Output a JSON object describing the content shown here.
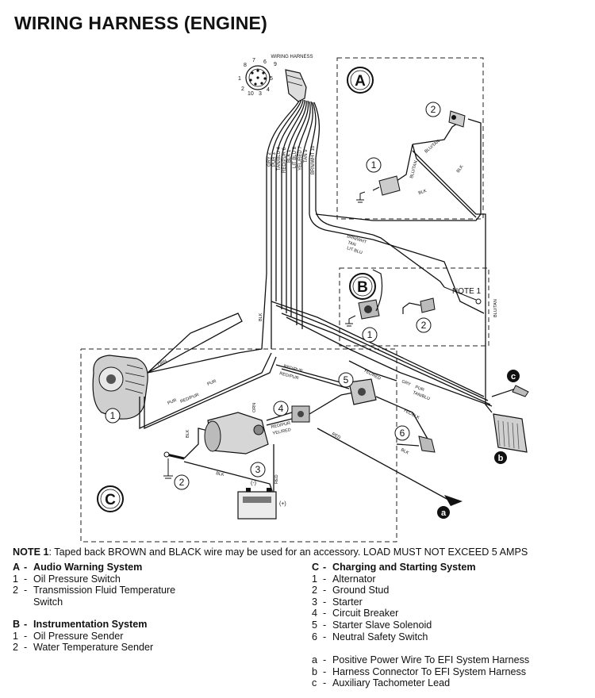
{
  "title": "WIRING HARNESS (ENGINE)",
  "connector_label": "WIRING HARNESS",
  "connector_pins": [
    "1",
    "2",
    "3",
    "4",
    "5",
    "6",
    "7",
    "8",
    "9",
    "10"
  ],
  "wire_labels": {
    "gry2": "GRY 2",
    "pur3": "PUR 3",
    "tanblu4": "TAN/BLU 4",
    "redpur6": "RED/PUR 6",
    "blk1": "BLK 1",
    "ltblu8": "LIT BLU 8",
    "yelred7": "YEL/RED 7",
    "tan9": "TAN 9",
    "brnwht10": "BRN/WHT 10",
    "brnwht": "BRN/WHT",
    "tan": "TAN",
    "ltblu": "LIT BLU",
    "blutan": "BLU/TAN",
    "blk": "BLK",
    "orn": "ORN",
    "pur": "PUR",
    "redpur": "RED/PUR",
    "red": "RED",
    "yelred": "YEL/RED",
    "yelblk": "YEL/BLK",
    "gry": "GRY",
    "tanblu": "TAN/BLU"
  },
  "section_markers": {
    "a": "A",
    "b": "B",
    "c": "C"
  },
  "callouts": [
    "1",
    "2",
    "3",
    "4",
    "5",
    "6"
  ],
  "lead_markers": {
    "a": "a",
    "b": "b",
    "c": "c"
  },
  "note1_label": "NOTE 1",
  "battery_neg": "(-)",
  "battery_pos": "(+)",
  "note": {
    "label": "NOTE 1",
    "text": ": Taped back BROWN and BLACK wire may be used for an accessory. LOAD MUST NOT EXCEED 5 AMPS"
  },
  "legend": {
    "a": {
      "key": "A",
      "title": "Audio Warning System",
      "items": [
        {
          "n": "1",
          "text": "Oil Pressure Switch"
        },
        {
          "n": "2",
          "text": "Transmission Fluid Temperature"
        },
        {
          "n": "",
          "text": "Switch"
        }
      ]
    },
    "b": {
      "key": "B",
      "title": "Instrumentation System",
      "items": [
        {
          "n": "1",
          "text": "Oil Pressure Sender"
        },
        {
          "n": "2",
          "text": "Water Temperature Sender"
        }
      ]
    },
    "c": {
      "key": "C",
      "title": "Charging and Starting System",
      "items": [
        {
          "n": "1",
          "text": "Alternator"
        },
        {
          "n": "2",
          "text": "Ground Stud"
        },
        {
          "n": "3",
          "text": "Starter"
        },
        {
          "n": "4",
          "text": "Circuit Breaker"
        },
        {
          "n": "5",
          "text": "Starter Slave Solenoid"
        },
        {
          "n": "6",
          "text": "Neutral Safety Switch"
        }
      ]
    },
    "leads": [
      {
        "n": "a",
        "text": "Positive Power Wire To EFI System Harness"
      },
      {
        "n": "b",
        "text": "Harness Connector To EFI System Harness"
      },
      {
        "n": "c",
        "text": "Auxiliary Tachometer Lead"
      }
    ]
  }
}
